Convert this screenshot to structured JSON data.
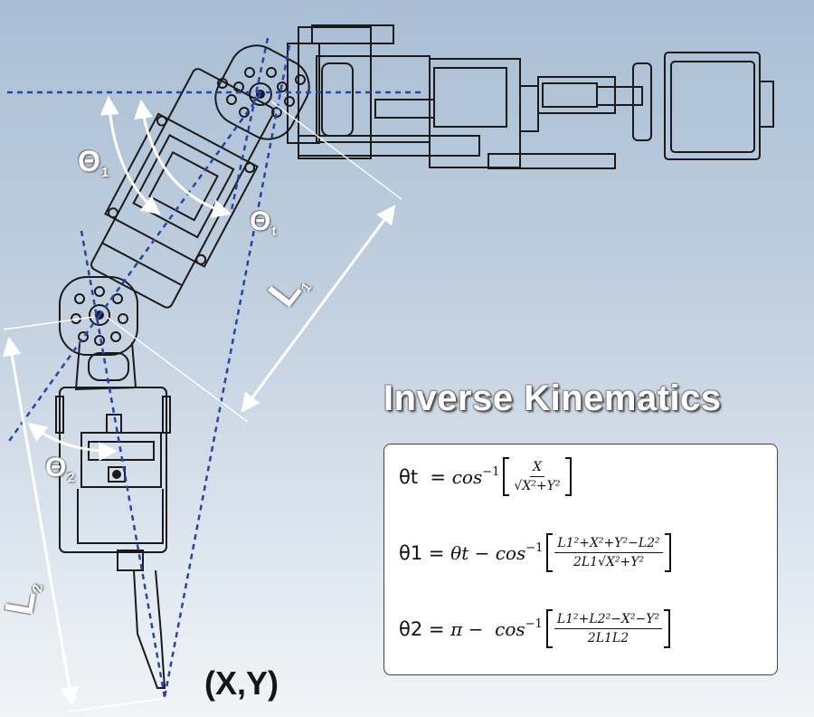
{
  "title": "Inverse Kinematics",
  "target_label": "(X,Y)",
  "labels": {
    "theta1": "Θ",
    "theta1_sub": "1",
    "thetat": "Θ",
    "thetat_sub": "t",
    "theta2": "Θ",
    "theta2_sub": "2",
    "l1": "L",
    "l1_sub": "1",
    "l2": "L",
    "l2_sub": "2"
  },
  "equations": [
    {
      "lhs": "θt  = ",
      "func": "cos",
      "func_sup": "−1",
      "num": "X",
      "den": "√X²+Y²"
    },
    {
      "lhs": "θ1 = ",
      "pre": "θt − ",
      "func": "cos",
      "func_sup": "−1",
      "num": "L1²+X²+Y²−L2²",
      "den": "2L1√X²+Y²"
    },
    {
      "lhs": "θ2 = ",
      "pre": "π −  ",
      "func": "cos",
      "func_sup": "−1",
      "num": "L1²+L2²−X²−Y²",
      "den": "2L1L2"
    }
  ],
  "colors": {
    "guide_dash": "#2a44a6",
    "outline": "#1a1a1a",
    "background_top": "#a9bed4",
    "background_bottom": "#f1f4f7"
  }
}
